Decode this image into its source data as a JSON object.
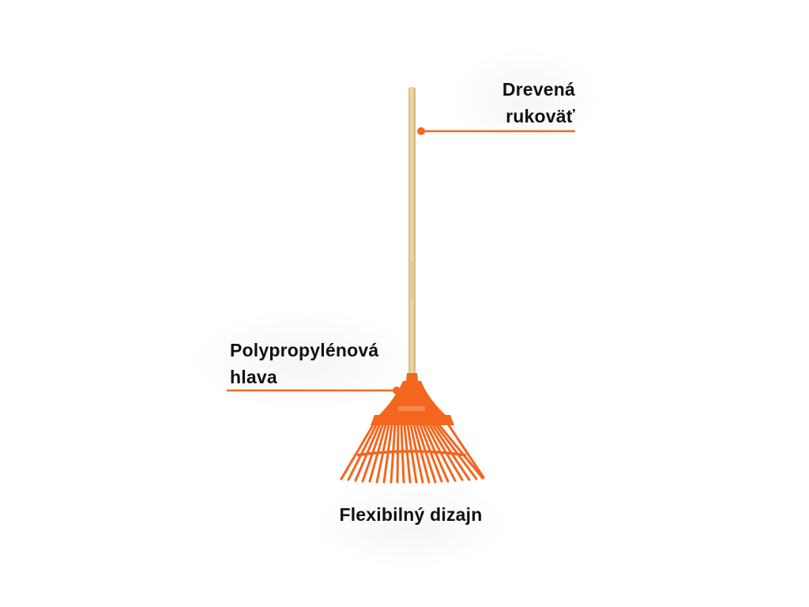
{
  "colors": {
    "accent": "#f26a22",
    "rake_orange": "#f4651e",
    "handle_wood": "#e9cf99",
    "text": "#111111"
  },
  "callouts": {
    "handle": {
      "line1": "Drevená",
      "line2": "rukoväť"
    },
    "head": {
      "line1": "Polypropylénová",
      "line2": "hlava"
    },
    "design": {
      "text": "Flexibilný dizajn"
    }
  },
  "icons": [
    "rake-illustration"
  ]
}
